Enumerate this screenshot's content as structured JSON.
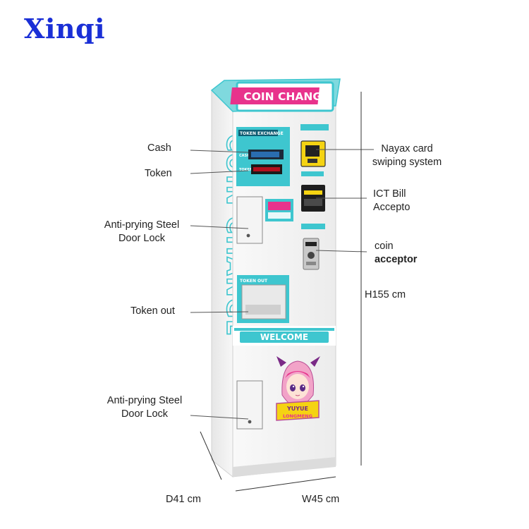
{
  "brand": {
    "logo_text": "Xinqi"
  },
  "machine": {
    "header_text": "COIN CHANGE",
    "side_text": "COIN CHANGE",
    "token_exchange_title": "TOKEN EXCHANGE",
    "cash_tag": "CASH",
    "token_tag": "TOKEN",
    "token_out_title": "TOKEN OUT",
    "welcome_text": "WELCOME",
    "mascot_line1": "YUYUE",
    "mascot_line2": "LONGMENG"
  },
  "callouts": {
    "cash": "Cash",
    "token": "Token",
    "door_lock_upper_1": "Anti-prying Steel",
    "door_lock_upper_2": "Door Lock",
    "token_out": "Token out",
    "door_lock_lower_1": "Anti-prying Steel",
    "door_lock_lower_2": "Door Lock",
    "nayax_1": "Nayax card",
    "nayax_2": "swiping system",
    "ict_1": "ICT Bill",
    "ict_2": "Accepto",
    "coin_1": "coin",
    "coin_2": "acceptor"
  },
  "dimensions": {
    "height": "H155 cm",
    "depth": "D41 cm",
    "width": "W45 cm"
  },
  "colors": {
    "logo": "#1a2fd6",
    "accent_teal": "#3ec6cf",
    "accent_pink": "#e8338c",
    "cabinet": "#f3f3f3"
  }
}
